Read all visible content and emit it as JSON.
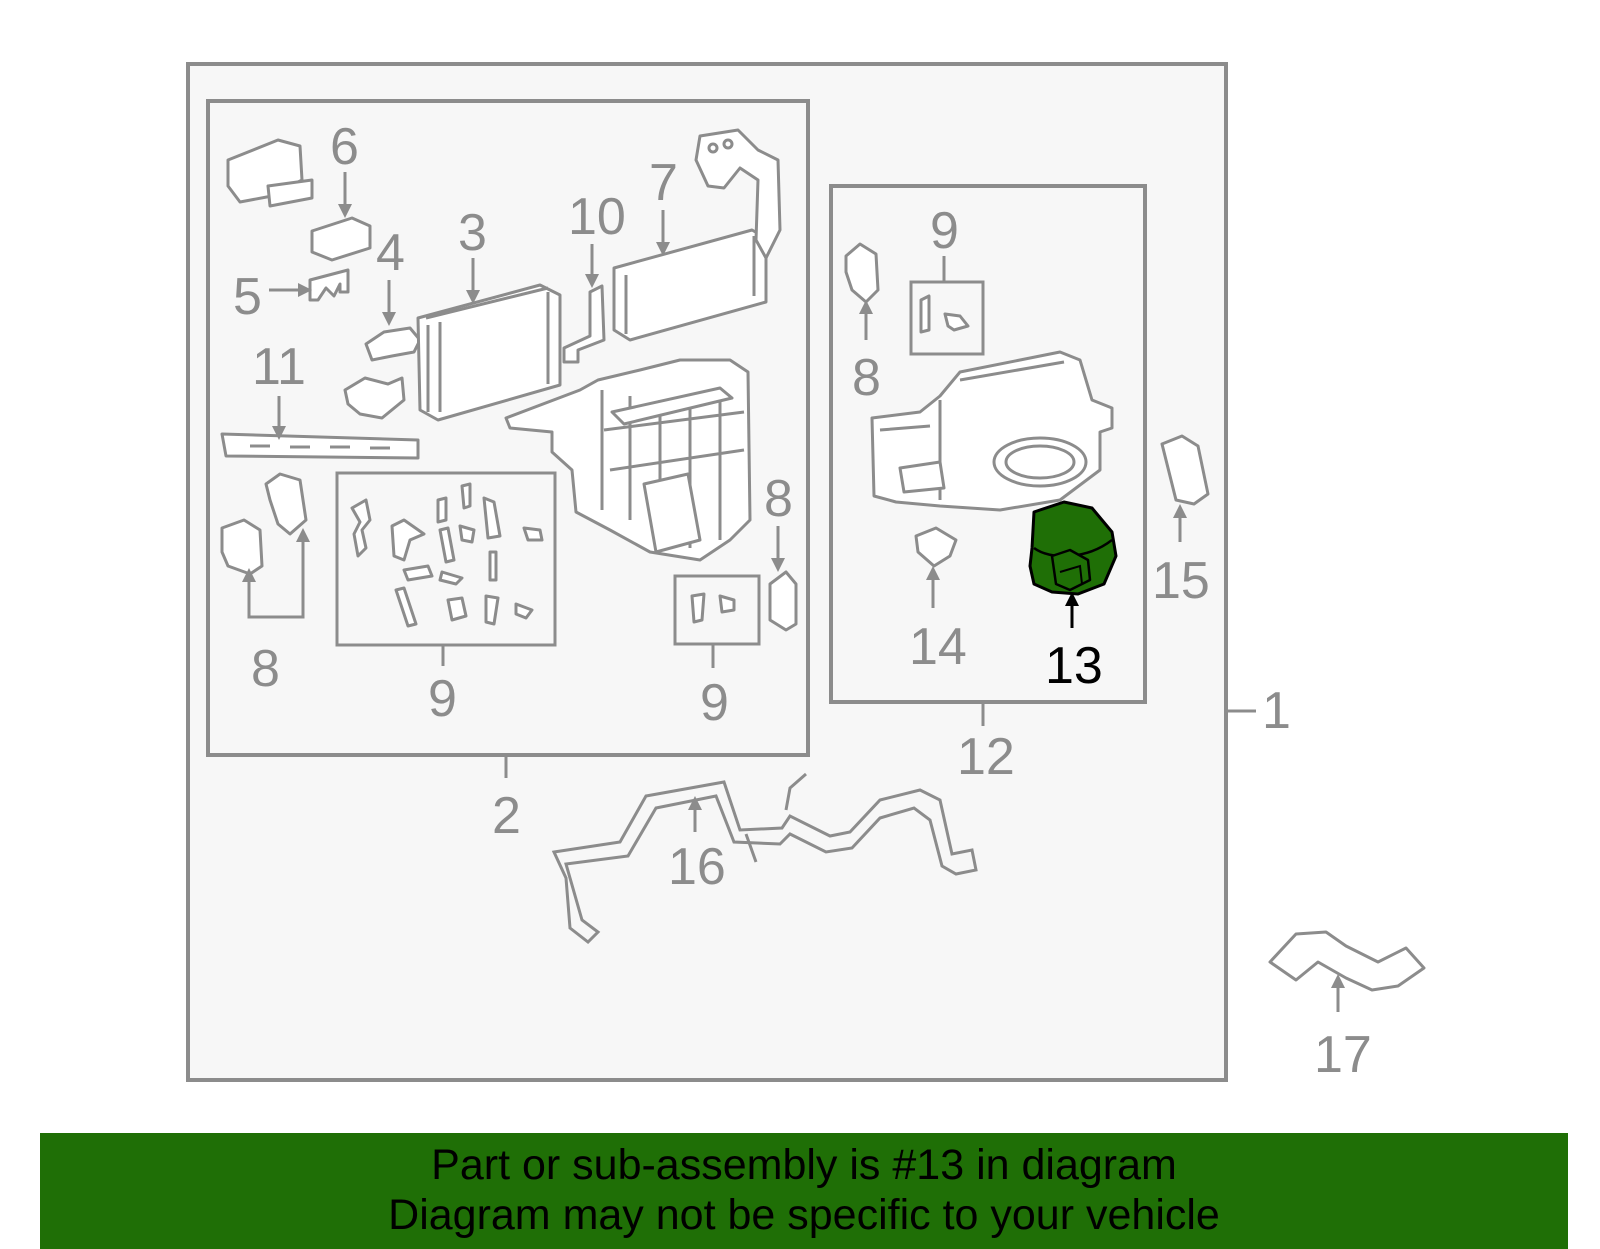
{
  "diagram": {
    "callouts": {
      "c1": "1",
      "c2": "2",
      "c3": "3",
      "c4": "4",
      "c5": "5",
      "c6": "6",
      "c7": "7",
      "c8a": "8",
      "c8b": "8",
      "c8c": "8",
      "c9a": "9",
      "c9b": "9",
      "c9c": "9",
      "c10": "10",
      "c11": "11",
      "c12": "12",
      "c13": "13",
      "c14": "14",
      "c15": "15",
      "c16": "16",
      "c17": "17"
    },
    "highlight_color": "#1f6f06",
    "line_color": "#8c8c8c",
    "icons": [
      "blower-motor-icon"
    ]
  },
  "banner": {
    "line1": "Part or sub-assembly is #13 in diagram",
    "line2": "Diagram may not be specific to your vehicle",
    "background": "#1f6f06"
  }
}
